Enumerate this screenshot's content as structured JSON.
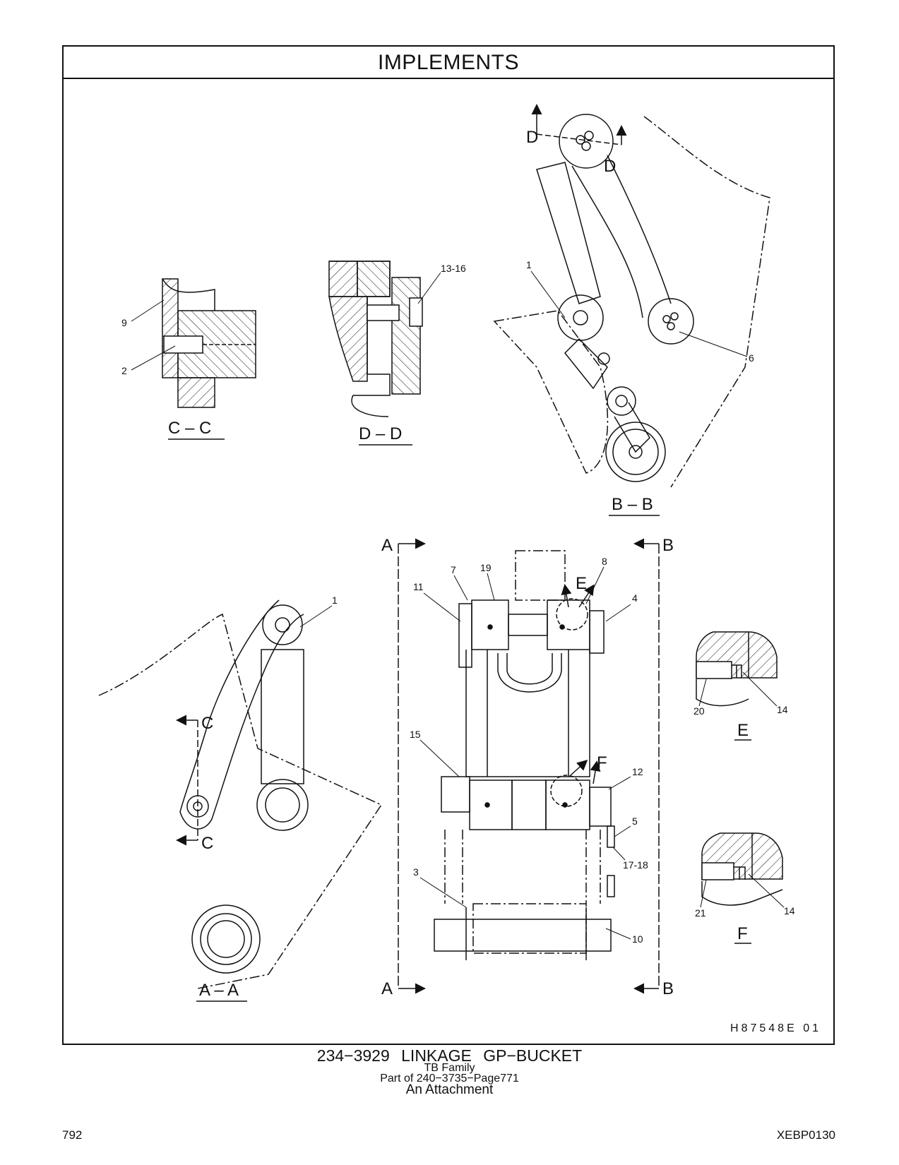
{
  "header": {
    "title": "IMPLEMENTS"
  },
  "views": {
    "cc": "C – C",
    "dd": "D – D",
    "bb": "B – B",
    "aa": "A – A",
    "e": "E",
    "f": "F"
  },
  "section_markers": {
    "a": "A",
    "b": "B",
    "c": "C",
    "d": "D",
    "e": "E",
    "f": "F"
  },
  "callouts": {
    "c1": "1",
    "c2": "2",
    "c3": "3",
    "c4": "4",
    "c5": "5",
    "c6": "6",
    "c7": "7",
    "c8": "8",
    "c9": "9",
    "c10": "10",
    "c11": "11",
    "c12": "12",
    "c13_16": "13-16",
    "c14": "14",
    "c15": "15",
    "c17_18": "17-18",
    "c19": "19",
    "c20": "20",
    "c21": "21"
  },
  "drawing_id": "H87548E   01",
  "caption": {
    "title": "234−3929  LINKAGE GP−BUCKET",
    "family": "TB  Family",
    "part_of": "Part of 240−3735−Page771",
    "attachment": "An Attachment"
  },
  "footer": {
    "page_number": "792",
    "doc_id": "XEBP0130"
  }
}
